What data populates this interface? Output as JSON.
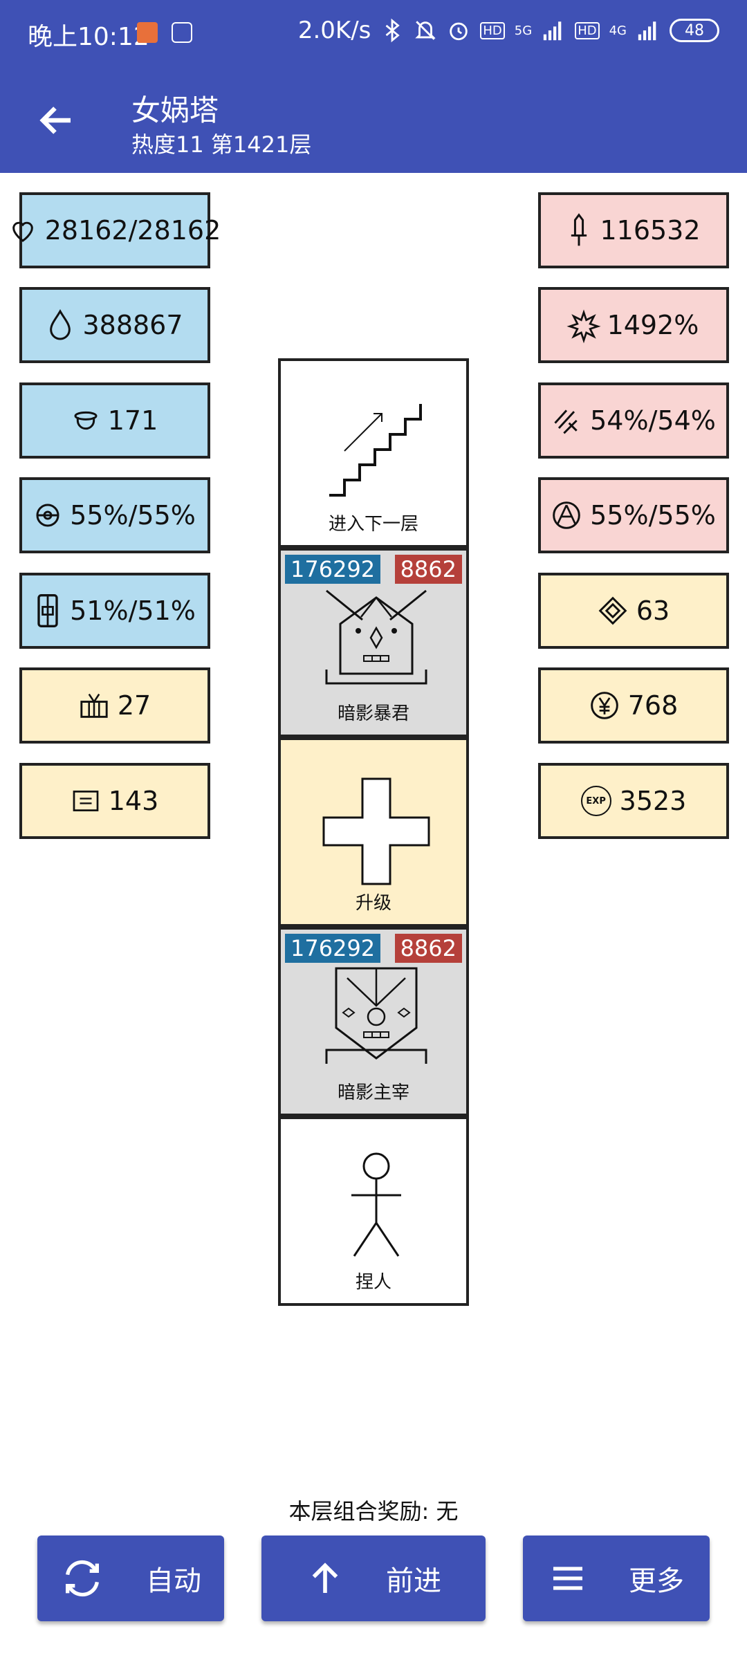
{
  "status": {
    "time": "晚上10:12",
    "net_speed": "2.0K/s",
    "sig1_label": "5G",
    "sig2_label": "4G",
    "hd1": "HD",
    "hd2": "HD",
    "battery": "48"
  },
  "appbar": {
    "title": "女娲塔",
    "subtitle": "热度11 第1421层"
  },
  "left_stats": [
    {
      "icon": "heart-icon",
      "value": "28162/28162"
    },
    {
      "icon": "drop-icon",
      "value": "388867"
    },
    {
      "icon": "helmet-icon",
      "value": "171"
    },
    {
      "icon": "orb-icon",
      "value": "55%/55%"
    },
    {
      "icon": "shield-icon",
      "value": "51%/51%"
    },
    {
      "icon": "chest-icon",
      "value": "27"
    },
    {
      "icon": "scroll-icon",
      "value": "143"
    }
  ],
  "right_stats": [
    {
      "icon": "sword-icon",
      "value": "116532"
    },
    {
      "icon": "burst-icon",
      "value": "1492%"
    },
    {
      "icon": "slash-icon",
      "value": "54%/54%"
    },
    {
      "icon": "triangle-circle-icon",
      "value": "55%/55%"
    },
    {
      "icon": "diamond-icon",
      "value": "63"
    },
    {
      "icon": "yen-icon",
      "value": "768"
    },
    {
      "icon": "exp-icon",
      "value": "3523",
      "icon_text": "EXP"
    }
  ],
  "tower": {
    "stairs_label": "进入下一层",
    "enemy1": {
      "name": "暗影暴君",
      "hp": "176292",
      "atk": "8862"
    },
    "upgrade_label": "升级",
    "enemy2": {
      "name": "暗影主宰",
      "hp": "176292",
      "atk": "8862"
    },
    "player_label": "捏人"
  },
  "reward": "本层组合奖励: 无",
  "buttons": {
    "auto": "自动",
    "forward": "前进",
    "more": "更多"
  },
  "colors": {
    "primary": "#3f51b5",
    "stat_blue": "#b3dcf0",
    "stat_pink": "#f9d5d3",
    "stat_yellow": "#fef0c9",
    "hp_badge": "#1f6fa0",
    "atk_badge": "#b5403a",
    "enemy_bg": "#dcdcdc"
  }
}
